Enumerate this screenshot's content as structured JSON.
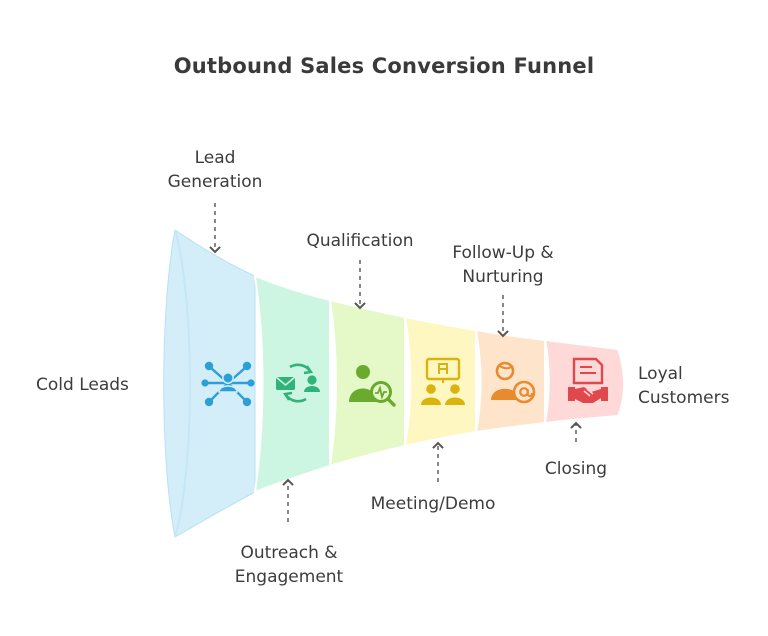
{
  "title": "Outbound Sales Conversion Funnel",
  "start_label": "Cold Leads",
  "end_label_line1": "Loyal",
  "end_label_line2": "Customers",
  "stages": [
    {
      "id": "lead-generation",
      "line1": "Lead",
      "line2": "Generation",
      "icon": "network-people-icon",
      "color": "#2b9fd6",
      "fill": "#d4eef9"
    },
    {
      "id": "outreach-engagement",
      "line1": "Outreach &",
      "line2": "Engagement",
      "icon": "email-outreach-icon",
      "color": "#2fb37a",
      "fill": "#ccf5e2"
    },
    {
      "id": "qualification",
      "line1": "Qualification",
      "line2": "",
      "icon": "user-search-icon",
      "color": "#6aaa2e",
      "fill": "#e5f8c8"
    },
    {
      "id": "meeting-demo",
      "line1": "Meeting/Demo",
      "line2": "",
      "icon": "presentation-meeting-icon",
      "color": "#d9b40c",
      "fill": "#fff7c2"
    },
    {
      "id": "follow-up-nurturing",
      "line1": "Follow-Up &",
      "line2": "Nurturing",
      "icon": "user-email-icon",
      "color": "#e88a2e",
      "fill": "#ffe4cc"
    },
    {
      "id": "closing",
      "line1": "Closing",
      "line2": "",
      "icon": "contract-handshake-icon",
      "color": "#e0484e",
      "fill": "#ffd8d8"
    }
  ]
}
